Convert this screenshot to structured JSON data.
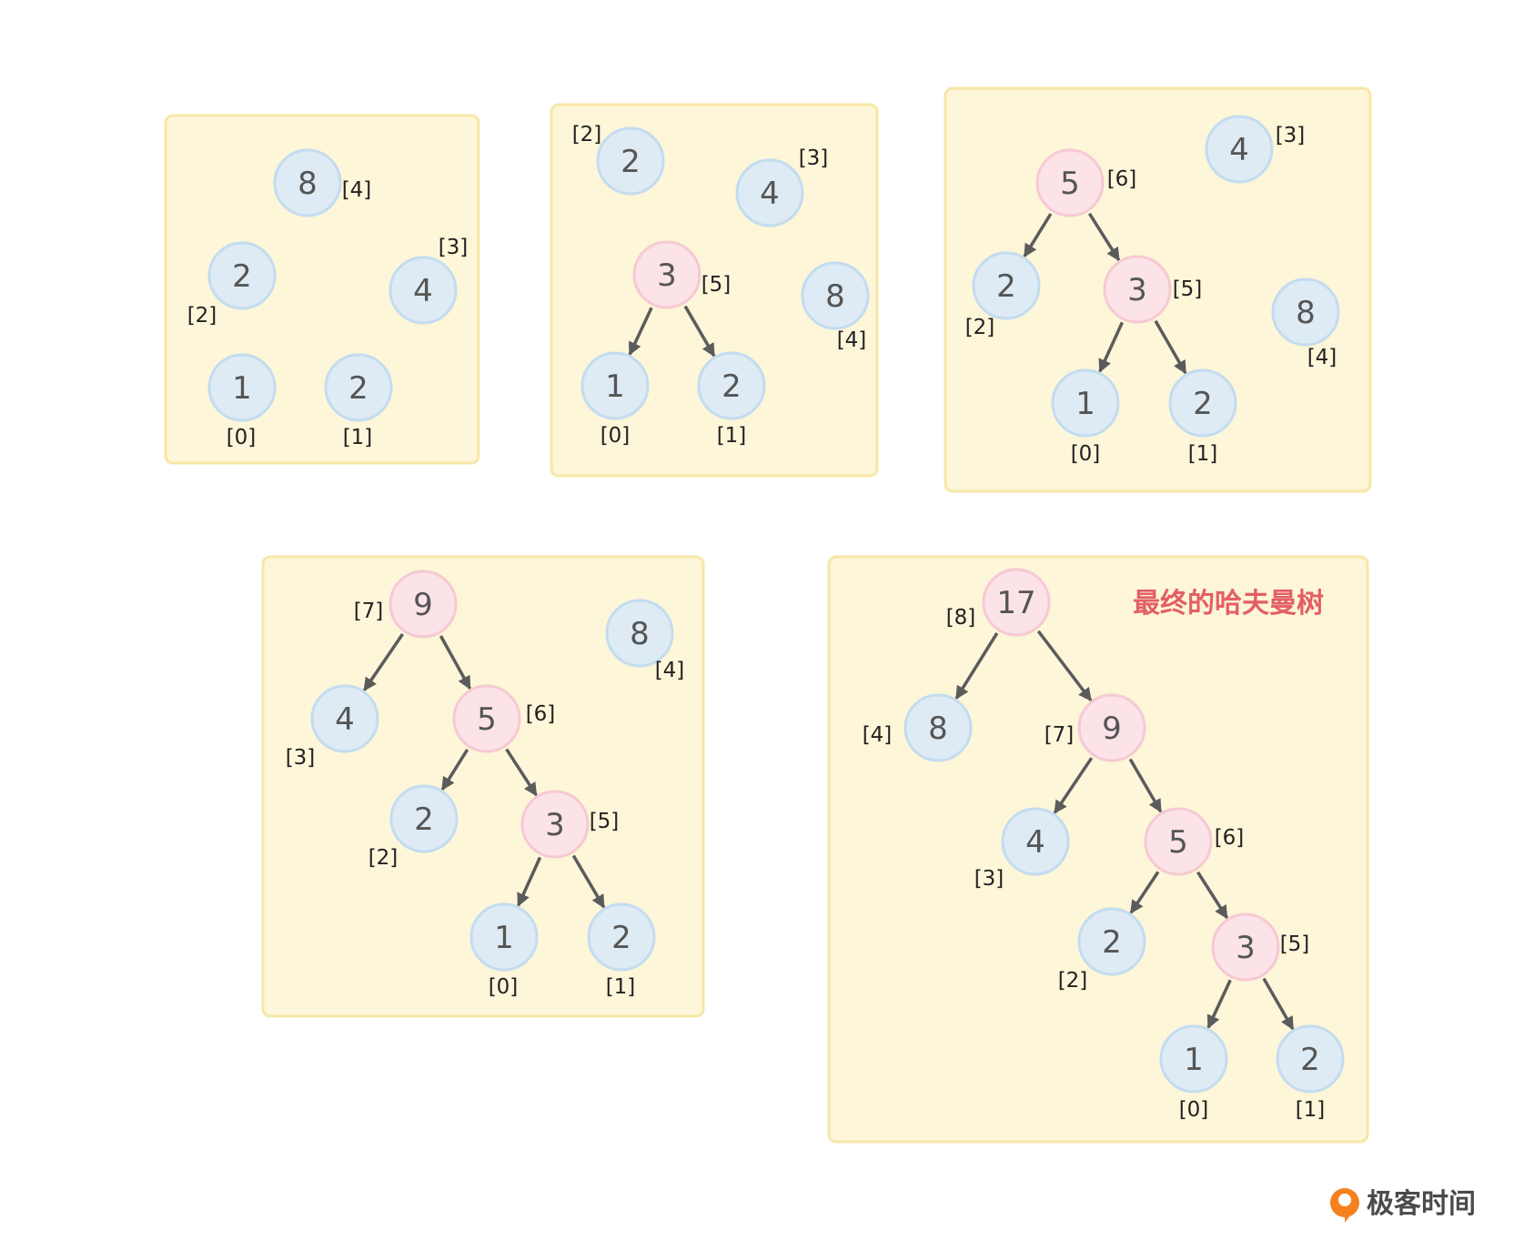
{
  "colors": {
    "panel_fill": "#fdf6d9",
    "panel_border": "#f7e7a6",
    "leaf_fill": "#deebf5",
    "leaf_border": "#c3dcef",
    "internal_fill": "#fbe3e8",
    "internal_border": "#f6c9d3",
    "edge": "#5b5b5b",
    "title": "#e35f66",
    "brand_icon": "#f5821f"
  },
  "panels": [
    {
      "nodes": [
        {
          "value": "8",
          "label": "[4]",
          "kind": "leaf"
        },
        {
          "value": "2",
          "label": "[2]",
          "kind": "leaf"
        },
        {
          "value": "4",
          "label": "[3]",
          "kind": "leaf"
        },
        {
          "value": "1",
          "label": "[0]",
          "kind": "leaf"
        },
        {
          "value": "2",
          "label": "[1]",
          "kind": "leaf"
        }
      ],
      "edges": []
    },
    {
      "nodes": [
        {
          "value": "2",
          "label": "[2]",
          "kind": "leaf"
        },
        {
          "value": "4",
          "label": "[3]",
          "kind": "leaf"
        },
        {
          "value": "3",
          "label": "[5]",
          "kind": "internal"
        },
        {
          "value": "8",
          "label": "[4]",
          "kind": "leaf"
        },
        {
          "value": "1",
          "label": "[0]",
          "kind": "leaf"
        },
        {
          "value": "2",
          "label": "[1]",
          "kind": "leaf"
        }
      ],
      "edges": [
        [
          2,
          4
        ],
        [
          2,
          5
        ]
      ]
    },
    {
      "nodes": [
        {
          "value": "4",
          "label": "[3]",
          "kind": "leaf"
        },
        {
          "value": "5",
          "label": "[6]",
          "kind": "internal"
        },
        {
          "value": "2",
          "label": "[2]",
          "kind": "leaf"
        },
        {
          "value": "3",
          "label": "[5]",
          "kind": "internal"
        },
        {
          "value": "8",
          "label": "[4]",
          "kind": "leaf"
        },
        {
          "value": "1",
          "label": "[0]",
          "kind": "leaf"
        },
        {
          "value": "2",
          "label": "[1]",
          "kind": "leaf"
        }
      ],
      "edges": [
        [
          1,
          2
        ],
        [
          1,
          3
        ],
        [
          3,
          5
        ],
        [
          3,
          6
        ]
      ]
    },
    {
      "nodes": [
        {
          "value": "9",
          "label": "[7]",
          "kind": "internal"
        },
        {
          "value": "8",
          "label": "[4]",
          "kind": "leaf"
        },
        {
          "value": "4",
          "label": "[3]",
          "kind": "leaf"
        },
        {
          "value": "5",
          "label": "[6]",
          "kind": "internal"
        },
        {
          "value": "2",
          "label": "[2]",
          "kind": "leaf"
        },
        {
          "value": "3",
          "label": "[5]",
          "kind": "internal"
        },
        {
          "value": "1",
          "label": "[0]",
          "kind": "leaf"
        },
        {
          "value": "2",
          "label": "[1]",
          "kind": "leaf"
        }
      ],
      "edges": [
        [
          0,
          2
        ],
        [
          0,
          3
        ],
        [
          3,
          4
        ],
        [
          3,
          5
        ],
        [
          5,
          6
        ],
        [
          5,
          7
        ]
      ]
    },
    {
      "title": "最终的哈夫曼树",
      "nodes": [
        {
          "value": "17",
          "label": "[8]",
          "kind": "internal"
        },
        {
          "value": "8",
          "label": "[4]",
          "kind": "leaf"
        },
        {
          "value": "9",
          "label": "[7]",
          "kind": "internal"
        },
        {
          "value": "4",
          "label": "[3]",
          "kind": "leaf"
        },
        {
          "value": "5",
          "label": "[6]",
          "kind": "internal"
        },
        {
          "value": "2",
          "label": "[2]",
          "kind": "leaf"
        },
        {
          "value": "3",
          "label": "[5]",
          "kind": "internal"
        },
        {
          "value": "1",
          "label": "[0]",
          "kind": "leaf"
        },
        {
          "value": "2",
          "label": "[1]",
          "kind": "leaf"
        }
      ],
      "edges": [
        [
          0,
          1
        ],
        [
          0,
          2
        ],
        [
          2,
          3
        ],
        [
          2,
          4
        ],
        [
          4,
          5
        ],
        [
          4,
          6
        ],
        [
          6,
          7
        ],
        [
          6,
          8
        ]
      ]
    }
  ],
  "brand": {
    "name": "极客时间",
    "icon": "geektime-logo-icon"
  }
}
